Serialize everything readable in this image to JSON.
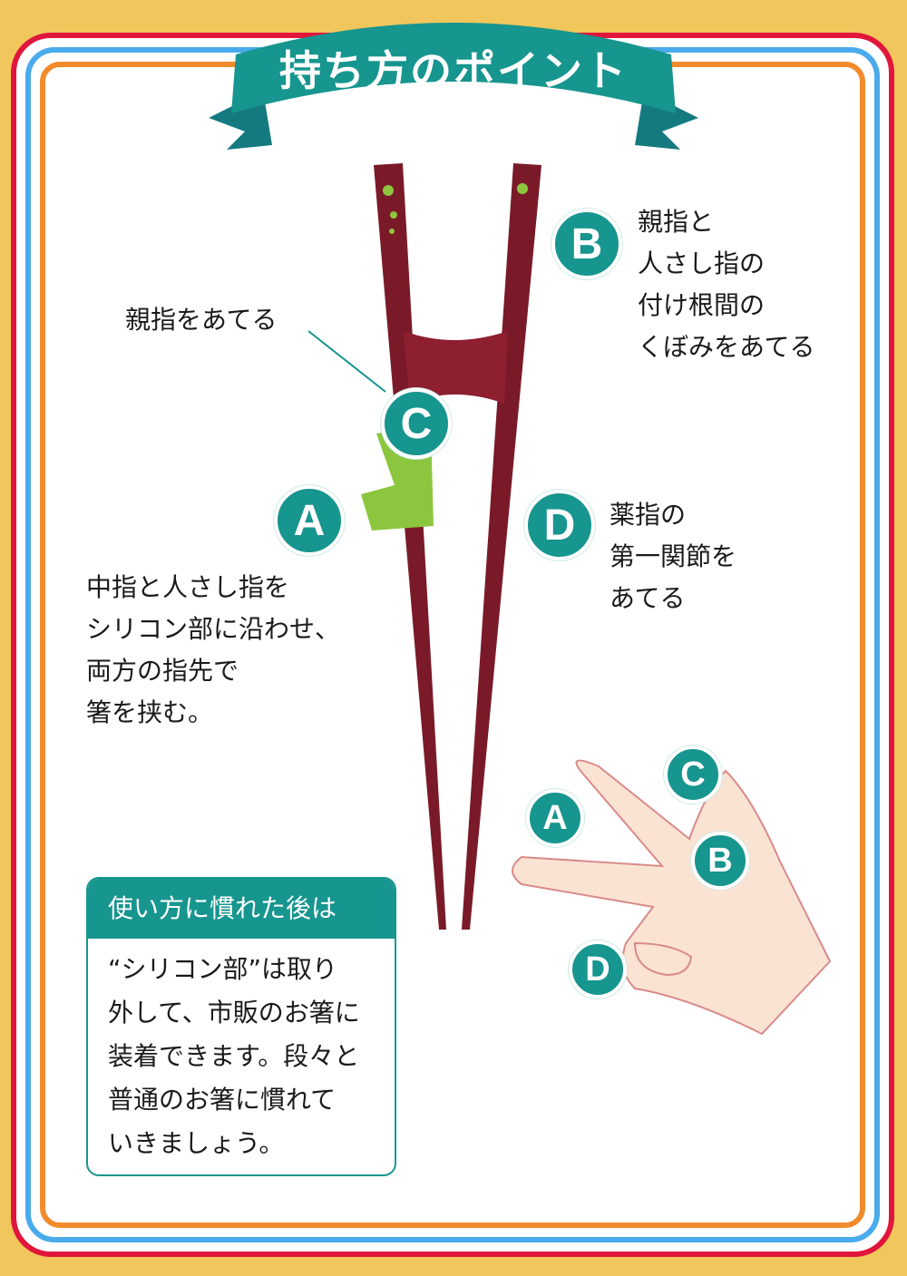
{
  "title": "持ち方のポイント",
  "colors": {
    "teal": "#17958f",
    "chopstick": "#7a1a28",
    "silicone": "#8cc63f",
    "border_red": "#e0163d",
    "border_blue": "#4aabec",
    "border_orange": "#f18b2c",
    "background": "#f1c65c"
  },
  "labels": {
    "A": "A",
    "B": "B",
    "C": "C",
    "D": "D"
  },
  "callout_c": "親指をあてる",
  "callout_b": [
    "親指と",
    "人さし指の",
    "付け根間の",
    "くぼみをあてる"
  ],
  "callout_d": [
    "薬指の",
    "第一関節を",
    "あてる"
  ],
  "callout_a": [
    "中指と人さし指を",
    "シリコン部に沿わせ、",
    "両方の指先で",
    "箸を挟む。"
  ],
  "box": {
    "heading": "使い方に慣れた後は",
    "lines": [
      "“シリコン部”は取り",
      "外して、市販のお箸に",
      "装着できます。段々と",
      "普通のお箸に慣れて",
      "いきましょう。"
    ]
  }
}
